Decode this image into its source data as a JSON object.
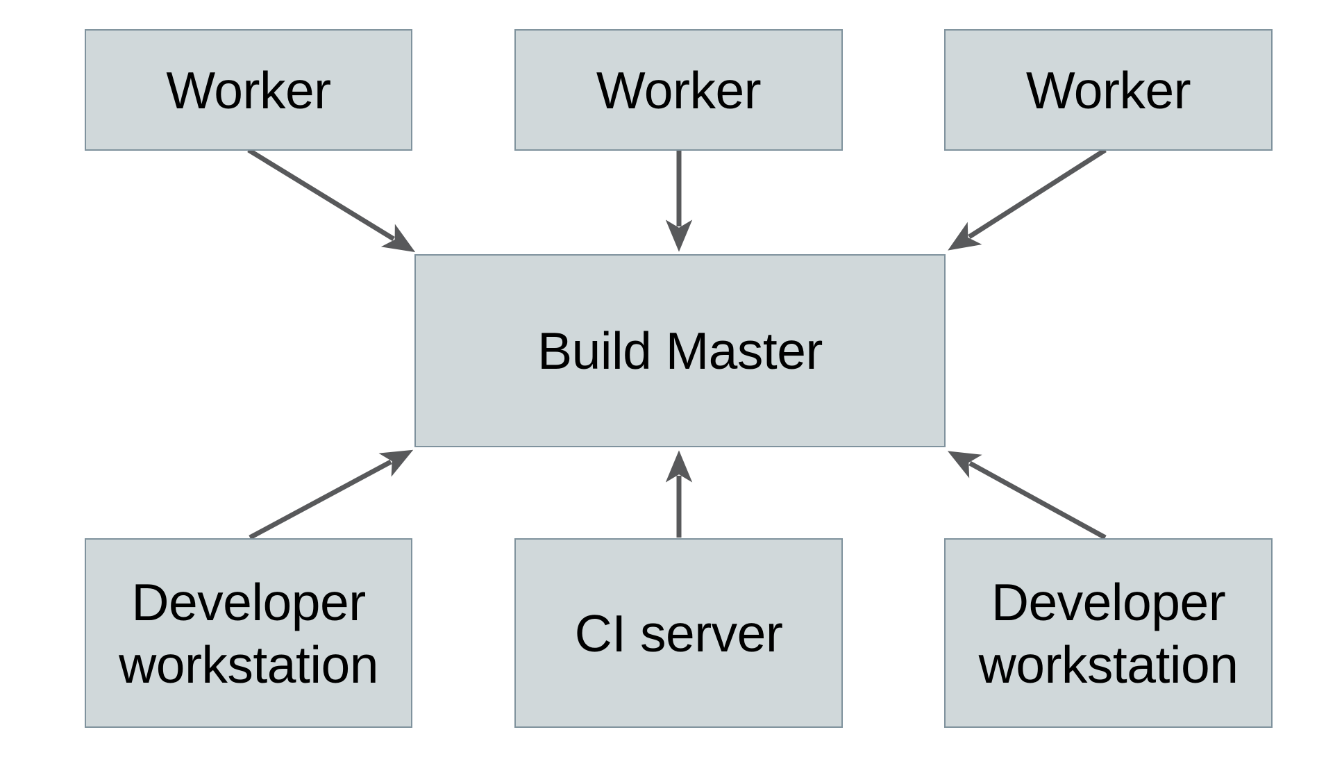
{
  "diagram": {
    "type": "architecture-diagram",
    "background_color": "#ffffff",
    "colors": {
      "node_fill": "#d0d8da",
      "node_border": "#7f929d",
      "arrow": "#58595b",
      "text": "#000000"
    },
    "nodes": [
      {
        "id": "worker-1",
        "label": "Worker",
        "row": "top"
      },
      {
        "id": "worker-2",
        "label": "Worker",
        "row": "top"
      },
      {
        "id": "worker-3",
        "label": "Worker",
        "row": "top"
      },
      {
        "id": "build-master",
        "label": "Build Master",
        "row": "middle"
      },
      {
        "id": "developer-workstation-1",
        "label": "Developer workstation",
        "row": "bottom"
      },
      {
        "id": "ci-server",
        "label": "CI server",
        "row": "bottom"
      },
      {
        "id": "developer-workstation-2",
        "label": "Developer workstation",
        "row": "bottom"
      }
    ],
    "edges": [
      {
        "from": "worker-1",
        "to": "build-master"
      },
      {
        "from": "worker-2",
        "to": "build-master"
      },
      {
        "from": "worker-3",
        "to": "build-master"
      },
      {
        "from": "developer-workstation-1",
        "to": "build-master"
      },
      {
        "from": "ci-server",
        "to": "build-master"
      },
      {
        "from": "developer-workstation-2",
        "to": "build-master"
      }
    ]
  }
}
